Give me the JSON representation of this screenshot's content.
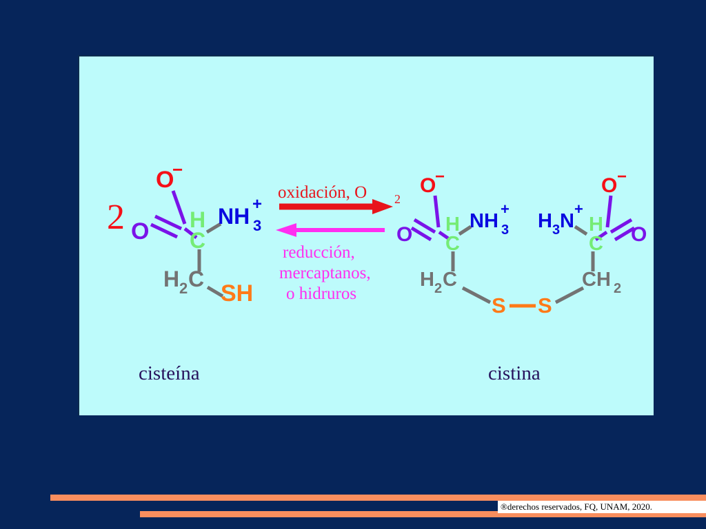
{
  "slide": {
    "background_color": "#06255a",
    "panel_color": "#bdfbfb",
    "accent_bar_color": "#f98e5e"
  },
  "reaction": {
    "coefficient": "2",
    "forward_label": "oxidación, O",
    "forward_label_sub": "2",
    "forward_arrow_color": "#e8141b",
    "reverse_label_line1": "reducción,",
    "reverse_label_line2": "mercaptanos,",
    "reverse_label_line3": "o hidruros",
    "reverse_arrow_color": "#ff2ef0"
  },
  "colors": {
    "oxygen_red": "#f50f17",
    "oxygen_purple": "#7a13e8",
    "bond_purple": "#7a13e8",
    "carbon_green": "#75ec75",
    "nitrogen_blue": "#0a0ae0",
    "sulfur_orange": "#ff7a18",
    "bond_gray": "#737373",
    "label_navy": "#27125c",
    "coefficient_red": "#f50f17"
  },
  "cysteine": {
    "name": "cisteína",
    "atoms": {
      "o_minus": "O",
      "o_minus_charge": "−",
      "o_double": "O",
      "h_alpha": "H",
      "c_alpha": "C",
      "amino": "NH",
      "amino_sub": "3",
      "amino_charge": "+",
      "ch2": "H",
      "ch2_sub": "2",
      "ch2_c": "C",
      "thiol": "SH"
    }
  },
  "cystine": {
    "name": "cistina",
    "left_half": {
      "o_minus": "O",
      "o_minus_charge": "−",
      "o_double": "O",
      "h_alpha": "H",
      "c_alpha": "C",
      "amino": "NH",
      "amino_sub": "3",
      "amino_charge": "+",
      "ch2": "H",
      "ch2_sub": "2",
      "ch2_c": "C",
      "sulfur": "S"
    },
    "right_half": {
      "o_minus": "O",
      "o_minus_charge": "−",
      "o_double": "O",
      "h_alpha": "H",
      "c_alpha": "C",
      "amino_h": "H",
      "amino_sub": "3",
      "amino_n": "N",
      "amino_charge": "+",
      "ch2_c": "CH",
      "ch2_sub": "2",
      "sulfur": "S"
    }
  },
  "footer": {
    "copyright": "®derechos reservados, FQ, UNAM, 2020."
  }
}
